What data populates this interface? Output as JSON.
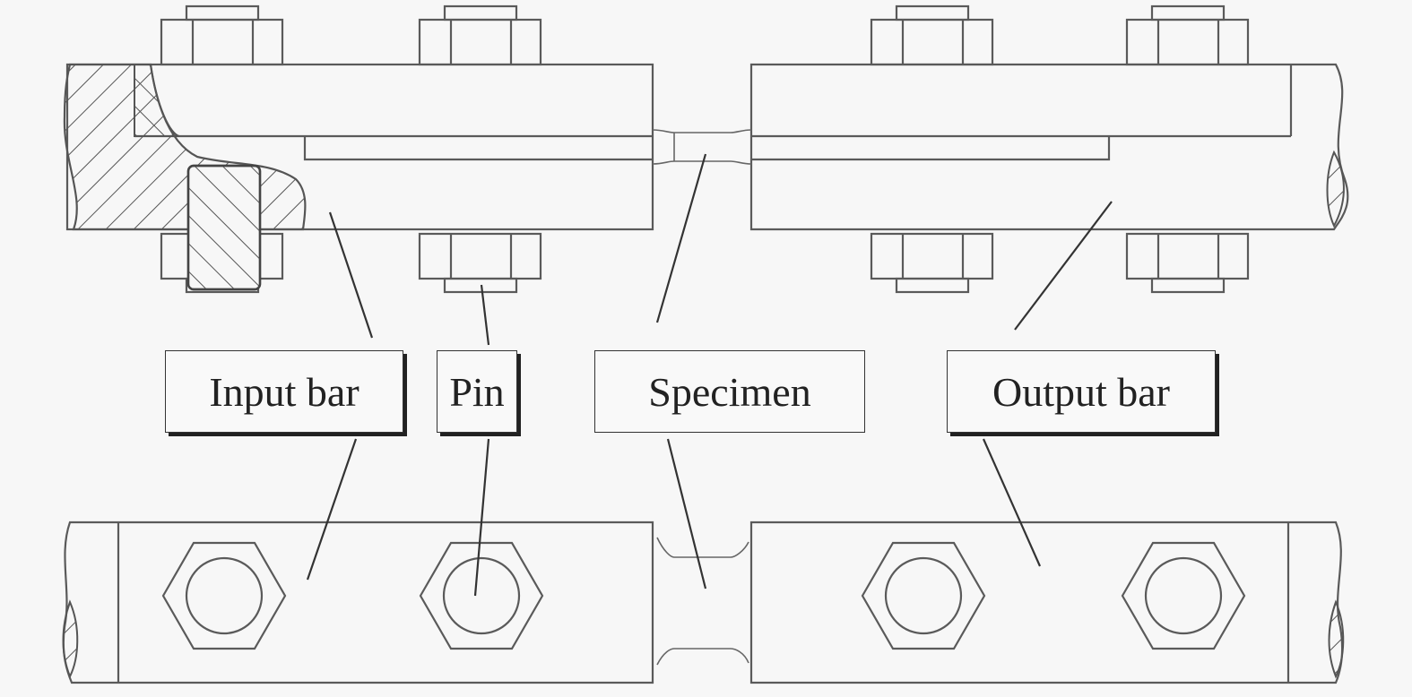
{
  "labels": {
    "input_bar": "Input bar",
    "pin": "Pin",
    "specimen": "Specimen",
    "output_bar": "Output bar"
  },
  "colors": {
    "background": "#f7f7f7",
    "line": "#5a5a5a",
    "label_border": "#333333"
  }
}
